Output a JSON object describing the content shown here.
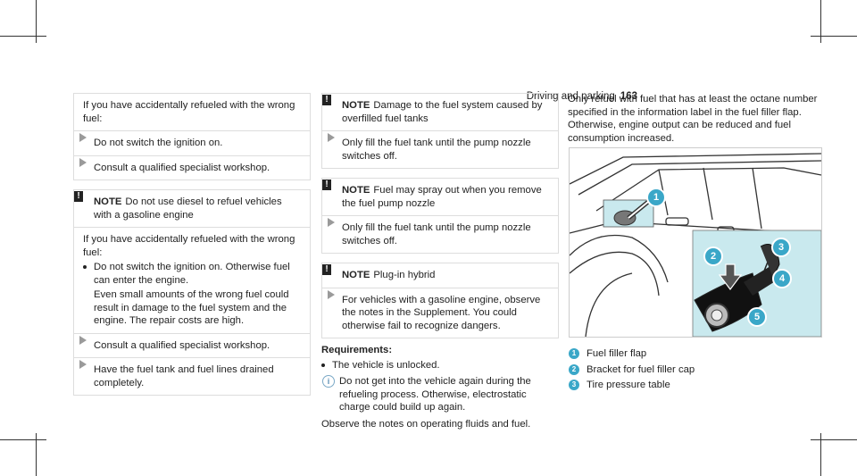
{
  "header": {
    "section": "Driving and parking",
    "page": "163"
  },
  "col1": {
    "intro": "If you have accidentally refueled with the wrong fuel:",
    "step1": "Do not switch the ignition on.",
    "step2": "Consult a qualified specialist workshop.",
    "note": {
      "label": "NOTE",
      "text": "Do not use diesel to refuel vehicles with a gasoline engine",
      "intro": "If you have accidentally refueled with the wrong fuel:",
      "bullet": "Do not switch the ignition on. Otherwise fuel can enter the engine.",
      "bullet_cont": "Even small amounts of the wrong fuel could result in damage to the fuel system and the engine. The repair costs are high.",
      "step1": "Consult a qualified specialist workshop.",
      "step2": "Have the fuel tank and fuel lines drained completely."
    }
  },
  "col2": {
    "note1": {
      "label": "NOTE",
      "text": "Damage to the fuel system caused by overfilled fuel tanks",
      "step": "Only fill the fuel tank until the pump nozzle switches off."
    },
    "note2": {
      "label": "NOTE",
      "text": "Fuel may spray out when you remove the fuel pump nozzle",
      "step": "Only fill the fuel tank until the pump nozzle switches off."
    },
    "note3": {
      "label": "NOTE",
      "text": "Plug-in hybrid",
      "step": "For vehicles with a gasoline engine, observe the notes in the Supplement. You could otherwise fail to recognize dangers."
    },
    "req_label": "Requirements:",
    "req_bullet": "The vehicle is unlocked.",
    "info": "Do not get into the vehicle again during the refueling process. Otherwise, electrostatic charge could build up again.",
    "observe": "Observe the notes on operating fluids and fuel."
  },
  "col3": {
    "intro": "Only refuel with fuel that has at least the octane number specified in the information label in the fuel filler flap. Otherwise, engine output can be reduced and fuel consumption increased.",
    "legend": [
      {
        "num": "1",
        "label": "Fuel filler flap"
      },
      {
        "num": "2",
        "label": "Bracket for fuel filler cap"
      },
      {
        "num": "3",
        "label": "Tire pressure table"
      }
    ],
    "figure_callouts": [
      "1",
      "2",
      "3",
      "4",
      "5"
    ]
  },
  "colors": {
    "accent": "#3aa7c8",
    "panel": "#c9e9ee"
  }
}
